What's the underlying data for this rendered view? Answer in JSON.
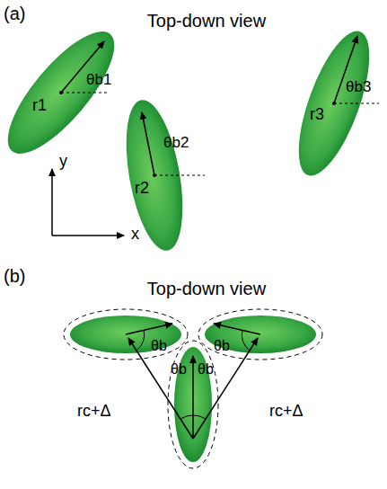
{
  "diagram": {
    "labels": [
      "(a)",
      "Top-down view",
      "r1",
      "θb1",
      "θb2",
      "r2",
      "θb3",
      "r3",
      "y",
      "x",
      "(b)",
      "Top-down view",
      "θb",
      "θb",
      "θb",
      "θb",
      "rc+Δ",
      "rc+Δ"
    ]
  }
}
